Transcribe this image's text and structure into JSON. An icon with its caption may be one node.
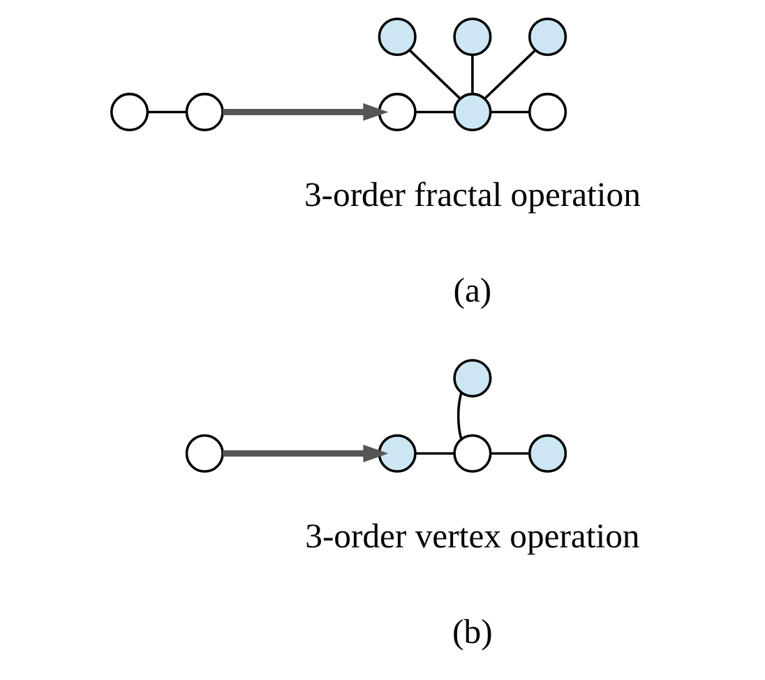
{
  "diagram": {
    "nodes": [
      {
        "text": [],
        "shape": "circle"
      },
      {
        "text": [],
        "shape": "circle"
      },
      {
        "text": [],
        "shape": "circle"
      },
      {
        "text": [],
        "shape": "circle"
      },
      {
        "text": [],
        "shape": "circle"
      },
      {
        "text": [],
        "shape": "circle"
      },
      {
        "text": [],
        "shape": "circle"
      },
      {
        "text": [],
        "shape": "circle"
      },
      {
        "text": [],
        "shape": "circle"
      },
      {
        "text": [],
        "shape": "circle"
      },
      {
        "text": [],
        "shape": "circle"
      },
      {
        "text": [],
        "shape": "circle"
      },
      {
        "text": [],
        "shape": "circle"
      }
    ],
    "edges": [
      {
        "from": 0,
        "to": 1,
        "arrow": "none"
      },
      {
        "from": 1,
        "to": 5,
        "arrow": "to",
        "style": "thick"
      },
      {
        "from": 5,
        "to": 6,
        "arrow": "none"
      },
      {
        "from": 6,
        "to": 7,
        "arrow": "none"
      },
      {
        "from": 2,
        "to": 6,
        "arrow": "none"
      },
      {
        "from": 3,
        "to": 6,
        "arrow": "none"
      },
      {
        "from": 4,
        "to": 6,
        "arrow": "none"
      },
      {
        "from": 8,
        "to": 10,
        "arrow": "to",
        "style": "thick"
      },
      {
        "from": 9,
        "to": 11,
        "arrow": "none"
      },
      {
        "from": 10,
        "to": 11,
        "arrow": "none"
      },
      {
        "from": 11,
        "to": 12,
        "arrow": "none"
      }
    ],
    "labels": [
      "3-order fractal operation",
      "(a)",
      "3-order vertex operation",
      "(b)"
    ]
  }
}
